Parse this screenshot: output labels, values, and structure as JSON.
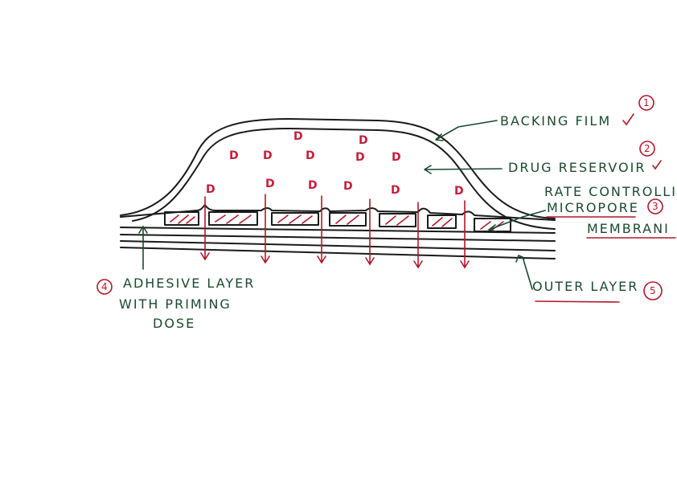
{
  "labels": {
    "backing_film": "BACKING FILM",
    "backing_film_num": "1",
    "drug_reservoir": "DRUG RESERVOIR",
    "drug_reservoir_num": "2",
    "rate_line1": "RATE CONTROLLIN",
    "rate_line2": "MICROPORE",
    "rate_line3": "MEMBRANI",
    "rate_num": "3",
    "adhesive_num": "4",
    "adhesive_line1": "ADHESIVE LAYER",
    "adhesive_line2": "WITH PRIMING",
    "adhesive_line3": "DOSE",
    "outer_layer": "OUTER LAYER",
    "outer_layer_num": "5"
  },
  "drug_symbol": "D",
  "colors": {
    "ink": "#1a1a1a",
    "label_green": "#1a4a2e",
    "accent_red": "#b0182a",
    "drug_red": "#c41e3a"
  }
}
